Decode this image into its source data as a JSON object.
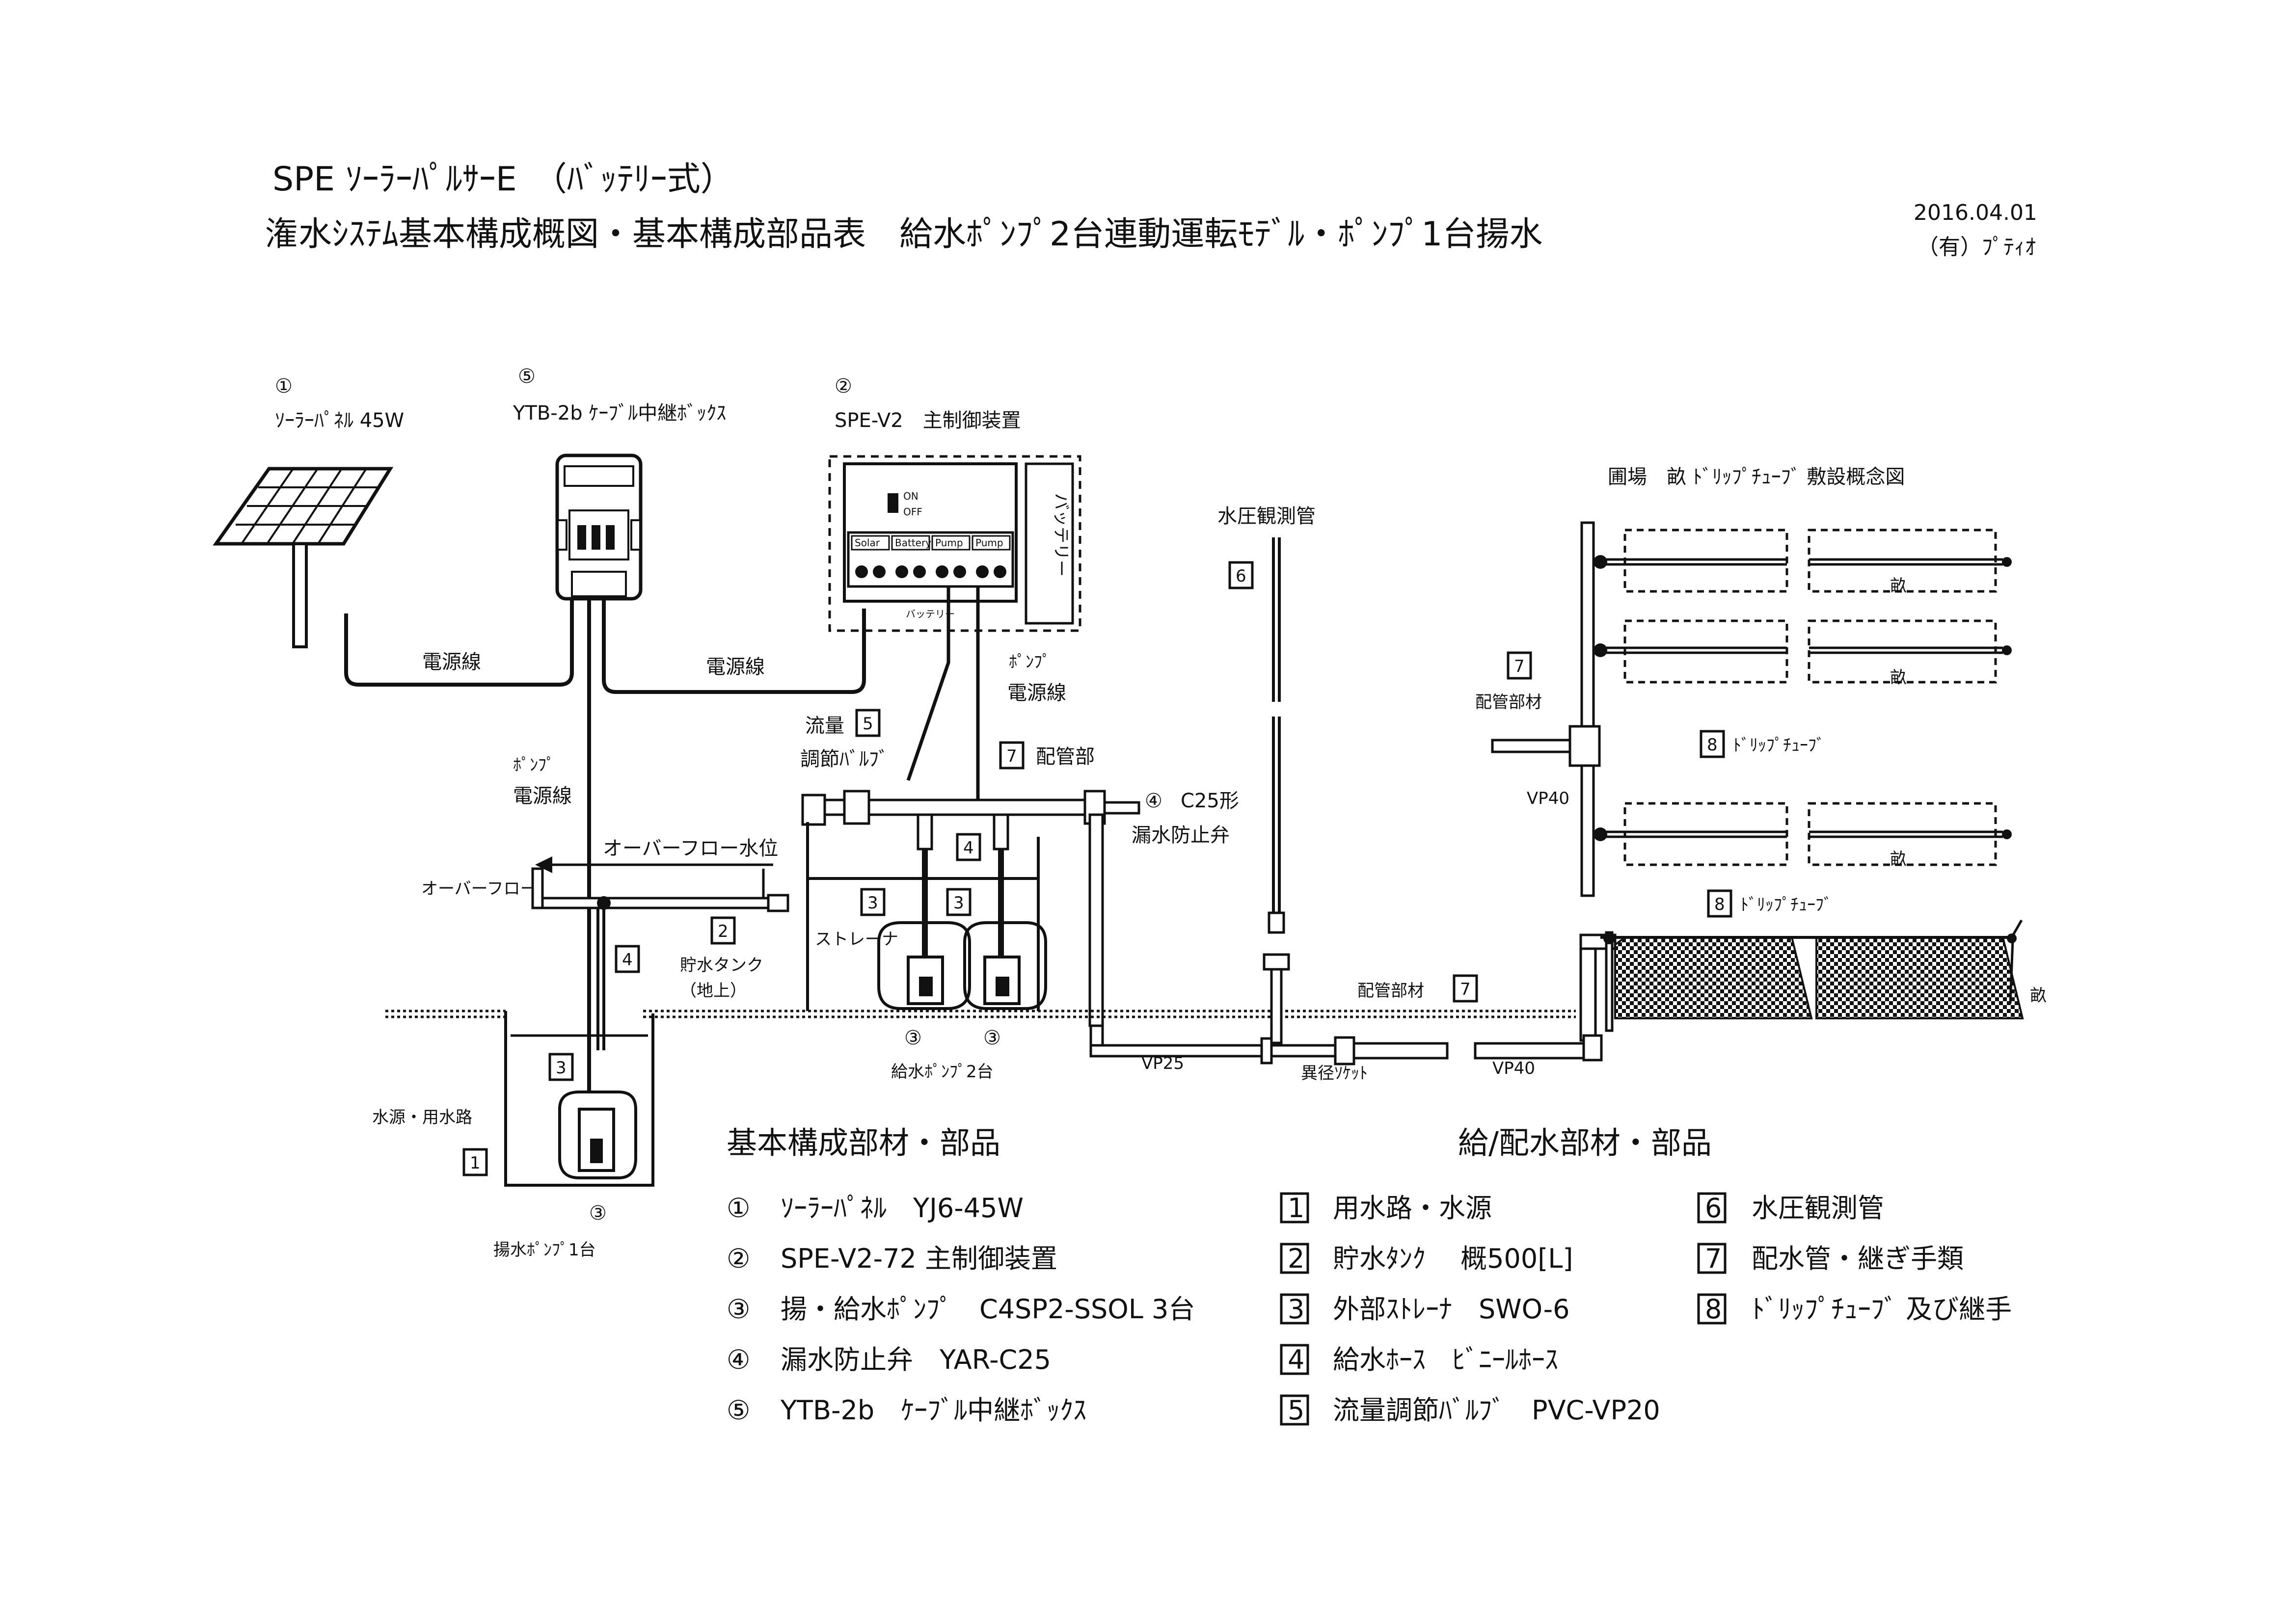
{
  "header": {
    "line1": "SPE ｿｰﾗｰﾊﾟﾙｻｰE　（ﾊﾞｯﾃﾘｰ式）",
    "line2": "潅水ｼｽﾃﾑ基本構成概図・基本構成部品表　給水ﾎﾟﾝﾌﾟ2台連動運転ﾓﾃﾞﾙ・ﾎﾟﾝﾌﾟ1台揚水",
    "date": "2016.04.01",
    "company": "（有）ﾌﾟﾃｨｵ"
  },
  "labels": {
    "panel_num": "①",
    "panel_name": "ｿｰﾗｰﾊﾟﾈﾙ 45W",
    "box_num": "⑤",
    "box_name": "YTB-2b ｹｰﾌﾞﾙ中継ﾎﾞｯｸｽ",
    "ctrl_num": "②",
    "ctrl_name": "SPE-V2　主制御装置",
    "battery": "バッテリー",
    "ctrl_battery_small": "バッテリー",
    "power_line_1": "電源線",
    "power_line_2": "電源線",
    "pump_power_left_1": "ﾎﾟﾝﾌﾟ",
    "pump_power_left_2": "電源線",
    "pump_power_right_1": "ﾎﾟﾝﾌﾟ",
    "pump_power_right_2": "電源線",
    "flow_valve_1": "流量",
    "flow_valve_2": "調節ﾊﾞﾙﾌﾞ",
    "piping_part": "配管部",
    "check_valve_num": "④",
    "check_valve_1": "C25形",
    "check_valve_2": "漏水防止弁",
    "overflow_level": "オーバーフロー水位",
    "overflow": "オーバーフロー",
    "tank_1": "貯水タンク",
    "tank_2": "（地上）",
    "strainer": "ストレーナ",
    "supply_pumps_num_a": "③",
    "supply_pumps_num_b": "③",
    "supply_pumps": "給水ﾎﾟﾝﾌﾟ2台",
    "water_source": "水源・用水路",
    "lift_pump_num": "③",
    "lift_pump": "揚水ﾎﾟﾝﾌﾟ1台",
    "pressure_tube": "水圧観測管",
    "vp25": "VP25",
    "reducer": "異径ｿｹｯﾄ",
    "piping_material_bottom": "配管部材",
    "vp40_bottom": "VP40",
    "field_title": "圃場　畝 ﾄﾞﾘｯﾌﾟﾁｭｰﾌﾞ 敷設概念図",
    "piping_material_right": "配管部材",
    "vp40_right": "VP40",
    "drip_tube_1": "ﾄﾞﾘｯﾌﾟﾁｭｰﾌﾞ",
    "drip_tube_2": "ﾄﾞﾘｯﾌﾟﾁｭｰﾌﾞ",
    "ridge_1": "畝",
    "ridge_2": "畝",
    "ridge_3": "畝",
    "ridge_side": "畝",
    "switch_on": "ON",
    "switch_off": "OFF",
    "terminals": [
      "Solar",
      "Battery",
      "Pump",
      "Pump"
    ],
    "box_nums": {
      "b1": "1",
      "b2": "2",
      "b3a": "3",
      "b3b": "3",
      "b3c": "3",
      "b4a": "4",
      "b4b": "4",
      "b5": "5",
      "b6": "6",
      "b7a": "7",
      "b7b": "7",
      "b7c": "7",
      "b8a": "8",
      "b8b": "8"
    }
  },
  "parts_basic": {
    "title": "基本構成部材・部品",
    "items": [
      {
        "num": "①",
        "text": "ｿｰﾗｰﾊﾟﾈﾙ　YJ6-45W"
      },
      {
        "num": "②",
        "text": "SPE-V2-72 主制御装置"
      },
      {
        "num": "③",
        "text": "揚・給水ﾎﾟﾝﾌﾟ　C4SP2-SSOL 3台"
      },
      {
        "num": "④",
        "text": "漏水防止弁　YAR-C25"
      },
      {
        "num": "⑤",
        "text": "YTB-2b　ｹｰﾌﾞﾙ中継ﾎﾞｯｸｽ"
      }
    ]
  },
  "parts_water": {
    "title": "給/配水部材・部品",
    "left": [
      {
        "num": "1",
        "text": "用水路・水源"
      },
      {
        "num": "2",
        "text": "貯水ﾀﾝｸ　 概500[L]"
      },
      {
        "num": "3",
        "text": "外部ｽﾄﾚｰﾅ　SWO-6"
      },
      {
        "num": "4",
        "text": "給水ﾎｰｽ　ﾋﾞﾆｰﾙﾎｰｽ"
      },
      {
        "num": "5",
        "text": "流量調節ﾊﾞﾙﾌﾞ　PVC-VP20"
      }
    ],
    "right": [
      {
        "num": "6",
        "text": "水圧観測管"
      },
      {
        "num": "7",
        "text": "配水管・継ぎ手類"
      },
      {
        "num": "8",
        "text": "ﾄﾞﾘｯﾌﾟﾁｭｰﾌﾞ 及び継手"
      }
    ]
  }
}
